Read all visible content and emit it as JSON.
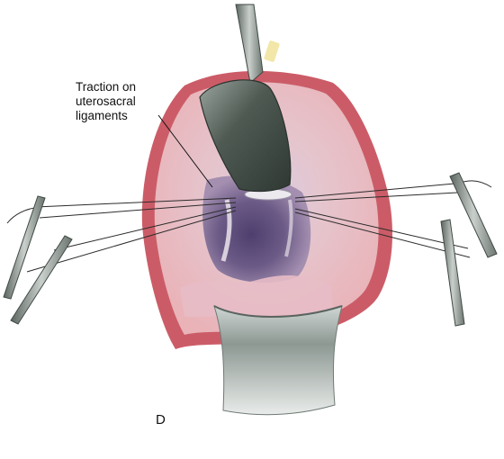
{
  "figure": {
    "callout": {
      "line1": "Traction on",
      "line2": "uterosacral",
      "line3": "ligaments"
    },
    "panel_letter": "D"
  },
  "colors": {
    "tissue_pink": "#e9b3b8",
    "incision_red": "#c2404c",
    "cavity_purple": "#6b5a86",
    "instrument_steel": "#7f8c88",
    "retractor_dark": "#3f4a44"
  },
  "icons": [
    "needle-holder-icon",
    "retractor-icon",
    "speculum-icon"
  ]
}
